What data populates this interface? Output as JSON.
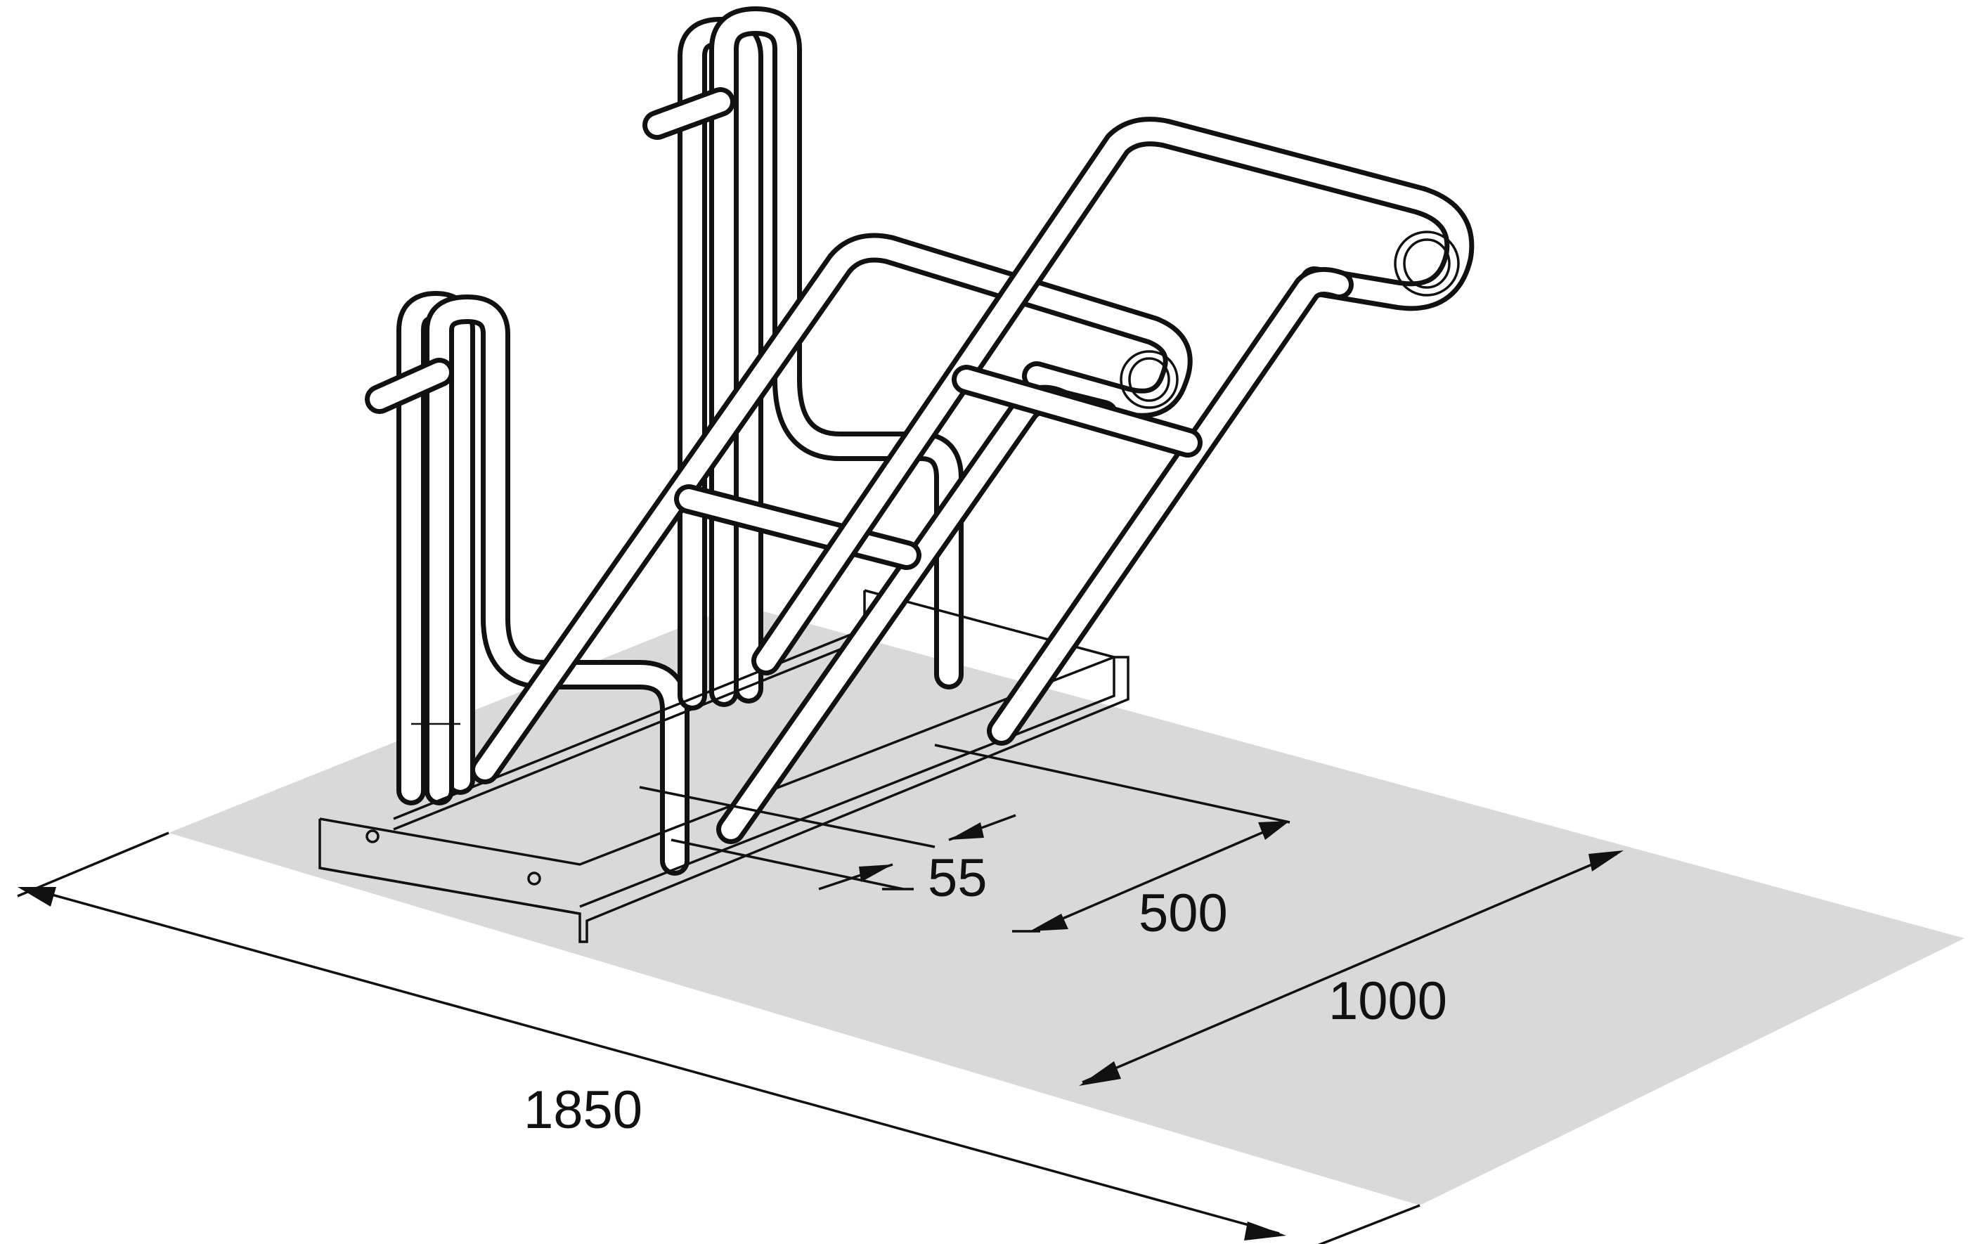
{
  "diagram": {
    "subject": "bicycle rack",
    "floor_color": "#d9d9d9",
    "line_color": "#111111",
    "dimensions": {
      "length": "1850",
      "depth": "1000",
      "spacing": "500",
      "wheel_gap": "55"
    }
  }
}
